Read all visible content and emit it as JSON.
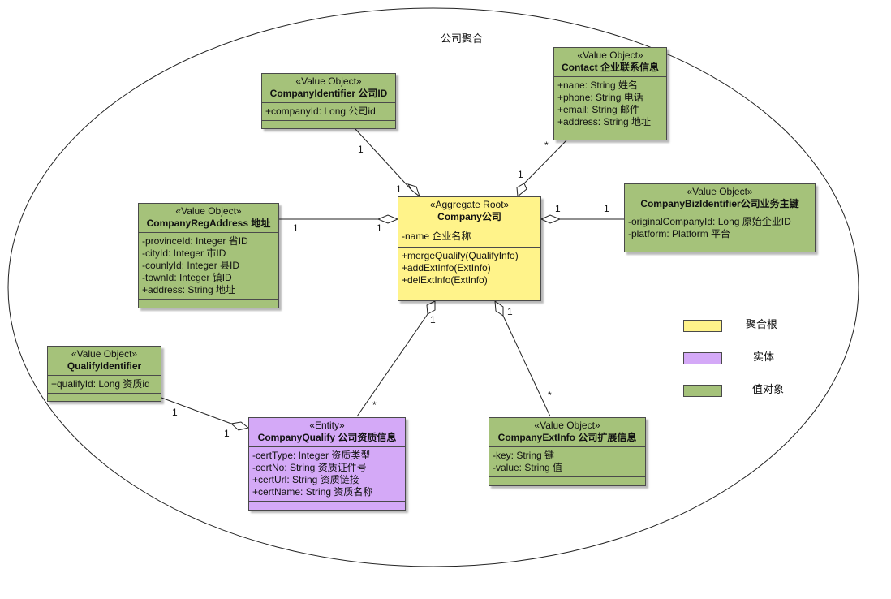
{
  "diagram": {
    "title": "公司聚合",
    "classes": {
      "company": {
        "stereotype": "«Aggregate Root»",
        "name": "Company公司",
        "attributes": [
          "-name 企业名称"
        ],
        "operations": [
          "+mergeQualify(QualifyInfo)",
          "+addExtInfo(ExtInfo)",
          "+delExtInfo(ExtInfo)"
        ]
      },
      "company_identifier": {
        "stereotype": "«Value Object»",
        "name": "CompanyIdentifier 公司ID",
        "attributes": [
          "+companyId: Long 公司id"
        ]
      },
      "contact": {
        "stereotype": "«Value Object»",
        "name": "Contact 企业联系信息",
        "attributes": [
          "+nane: String 姓名",
          "+phone: String 电话",
          "+email: String 邮件",
          "+address: String 地址"
        ]
      },
      "reg_address": {
        "stereotype": "«Value Object»",
        "name": "CompanyRegAddress 地址",
        "attributes": [
          "-provinceId: Integer 省ID",
          "-cityId: Integer 市ID",
          "-counlyId: Integer 县ID",
          "-townId: Integer 镇ID",
          "+address: String 地址"
        ]
      },
      "biz_identifier": {
        "stereotype": "«Value Object»",
        "name": "CompanyBizIdentifier公司业务主键",
        "attributes": [
          "-originalCompanyId: Long 原始企业ID",
          "-platform: Platform 平台"
        ]
      },
      "qualify_identifier": {
        "stereotype": "«Value Object»",
        "name": "QualifyIdentifier",
        "attributes": [
          "+qualifyId: Long 资质id"
        ]
      },
      "company_qualify": {
        "stereotype": "«Entity»",
        "name": "CompanyQualify 公司资质信息",
        "attributes": [
          "-certType: Integer 资质类型",
          "-certNo: String 资质证件号",
          "+certUrl: String 资质链接",
          "+certName: String 资质名称"
        ]
      },
      "ext_info": {
        "stereotype": "«Value Object»",
        "name": "CompanyExtInfo 公司扩展信息",
        "attributes": [
          "-key: String 键",
          "-value: String 值"
        ]
      }
    },
    "multiplicity": {
      "id_far": "1",
      "id_near": "1",
      "contact_far": "*",
      "contact_near": "1",
      "reg_far": "1",
      "reg_near": "1",
      "biz_near": "1",
      "biz_far": "1",
      "qualify_near": "1",
      "qualify_far": "*",
      "ext_near": "1",
      "ext_far": "*",
      "qid_far": "1",
      "qid_near": "1"
    },
    "legend": [
      {
        "label": "聚合根",
        "color": "#fff38a"
      },
      {
        "label": "实体",
        "color": "#d4a9f7"
      },
      {
        "label": "值对象",
        "color": "#a5c27a"
      }
    ]
  }
}
